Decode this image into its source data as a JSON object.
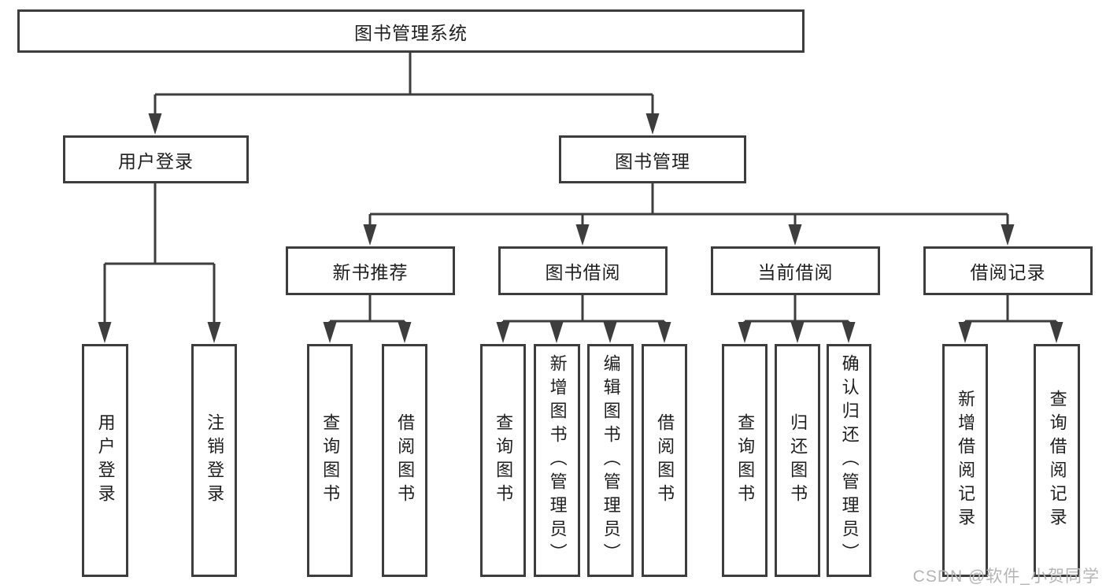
{
  "tree": {
    "root": "图书管理系统",
    "user_login": {
      "label": "用户登录",
      "children": [
        "用户登录",
        "注销登录"
      ]
    },
    "book_mgmt": {
      "label": "图书管理",
      "sections": {
        "new_book": {
          "label": "新书推荐",
          "children": [
            "查询图书",
            "借阅图书"
          ]
        },
        "borrow": {
          "label": "图书借阅",
          "children": [
            "查询图书",
            "新增图书（管理员）",
            "编辑图书（管理员）",
            "借阅图书"
          ]
        },
        "current": {
          "label": "当前借阅",
          "children": [
            "查询图书",
            "归还图书",
            "确认归还（管理员）"
          ]
        },
        "records": {
          "label": "借阅记录",
          "children": [
            "新增借阅记录",
            "查询借阅记录"
          ]
        }
      }
    }
  },
  "watermark": "CSDN @软件_小贺同学",
  "colors": {
    "line": "#3d3d3d",
    "text": "#1f1f1f",
    "node_bg": "#ffffff",
    "watermark": "#b5b5b5",
    "background": "#ffffff"
  }
}
